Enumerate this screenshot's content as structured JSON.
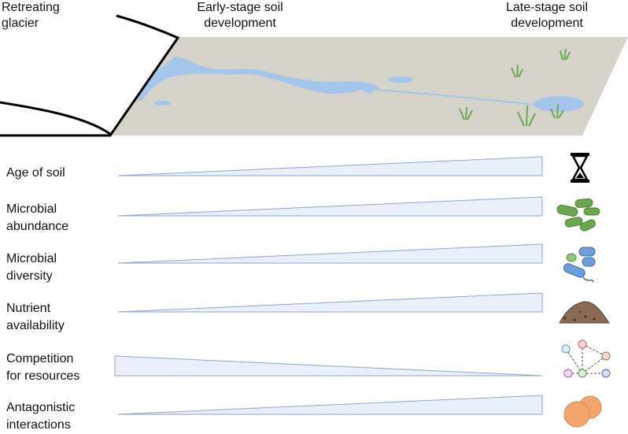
{
  "headers": {
    "glacier": [
      "Retreating",
      "glacier"
    ],
    "early": [
      "Early-stage soil",
      "development"
    ],
    "late": [
      "Late-stage soil",
      "development"
    ]
  },
  "rows": [
    {
      "label": [
        "Age of soil"
      ],
      "trend": "increasing",
      "icon": "hourglass-icon"
    },
    {
      "label": [
        "Microbial",
        "abundance"
      ],
      "trend": "increasing",
      "icon": "rod-bacteria-icon"
    },
    {
      "label": [
        "Microbial",
        "diversity"
      ],
      "trend": "increasing",
      "icon": "diverse-microbes-icon"
    },
    {
      "label": [
        "Nutrient",
        "availability"
      ],
      "trend": "increasing",
      "icon": "soil-pile-icon"
    },
    {
      "label": [
        "Competition",
        "for resources"
      ],
      "trend": "decreasing",
      "icon": "interaction-network-icon"
    },
    {
      "label": [
        "Antagonistic",
        "interactions"
      ],
      "trend": "increasing",
      "icon": "orange-cells-icon"
    }
  ],
  "colors": {
    "landscape": "#d6d3cb",
    "water": "#a4c6ea",
    "wedge_fill": "#eaf0f9",
    "wedge_stroke": "#8ea6cf",
    "grass": "#6aa84f",
    "microbe_green": "#6aa84f",
    "microbe_blue": "#6f9fd8",
    "soil_brown": "#8b6a55",
    "cell_orange": "#f2a66b"
  }
}
